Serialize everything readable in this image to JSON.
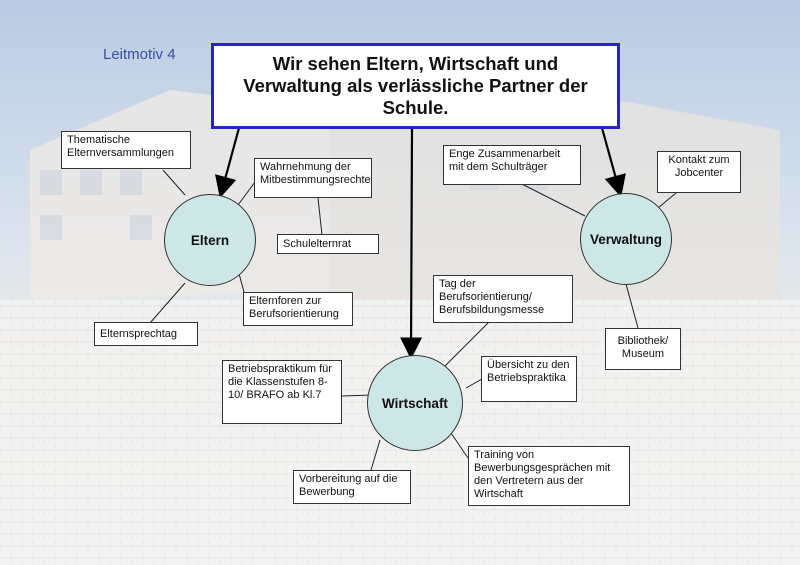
{
  "subtitle": "Leitmotiv 4",
  "title": "Wir sehen Eltern, Wirtschaft und Verwaltung als verlässliche Partner der Schule.",
  "nodes": {
    "eltern": "Eltern",
    "wirtschaft": "Wirtschaft",
    "verwaltung": "Verwaltung"
  },
  "eltern_items": {
    "versammlungen": "Thematische Elternversammlungen",
    "mitbestimmung": "Wahrnehmung der Mitbestimmungsrechte",
    "schulelternrat": "Schulelternrat",
    "elternforen": "Elternforen zur Berufsorientierung",
    "sprechtag": "Elternsprechtag"
  },
  "wirtschaft_items": {
    "berufsorientierung": "Tag der Berufsorientierung/ Berufsbildungsmesse",
    "praktika": "Übersicht zu den Betriebspraktika",
    "betriebspraktikum": "Betriebspraktikum für die Klassenstufen 8-10/ BRAFO ab Kl.7",
    "training": "Training von Bewerbungsgesprächen mit den Vertretern aus der Wirtschaft",
    "vorbereitung": "Vorbereitung auf die Bewerbung"
  },
  "verwaltung_items": {
    "schultraeger": "Enge Zusammenarbeit mit dem Schulträger",
    "jobcenter": "Kontakt zum Jobcenter",
    "bibliothek": "Bibliothek/ Museum"
  }
}
